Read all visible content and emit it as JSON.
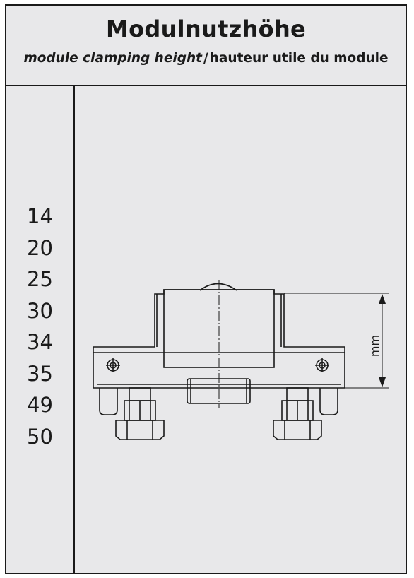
{
  "header": {
    "title": "Modulnutzhöhe",
    "subtitle_en": "module clamping height",
    "subtitle_sep": "/",
    "subtitle_fr": "hauteur utile du module"
  },
  "heights": [
    "14",
    "20",
    "25",
    "30",
    "34",
    "35",
    "49",
    "50"
  ],
  "dimension_unit": "mm"
}
